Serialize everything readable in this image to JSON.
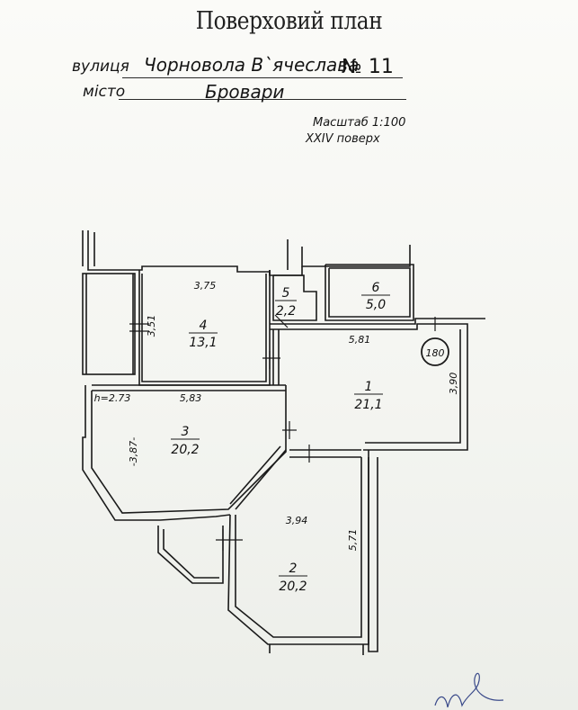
{
  "header": {
    "title": "Поверховий план",
    "street_label": "вулиця",
    "street_value": "Чорновола В`ячеслава",
    "house_number": "№ 11",
    "city_label": "місто",
    "city_value": "Бровари",
    "scale": "Масштаб  1:100",
    "floor": "XXIV  поверх"
  },
  "plan": {
    "ceiling_height": "h=2.73",
    "rooms": [
      {
        "number": "1",
        "area": "21,1"
      },
      {
        "number": "2",
        "area": "20,2"
      },
      {
        "number": "3",
        "area": "20,2"
      },
      {
        "number": "4",
        "area": "13,1"
      },
      {
        "number": "5",
        "area": "2,2"
      },
      {
        "number": "6",
        "area": "5,0"
      }
    ],
    "dimensions": {
      "d_375": "3,75",
      "d_351": "3,51",
      "d_583": "5,83",
      "d_387": "-3,87-",
      "d_581": "5,81",
      "d_390": "3,90",
      "d_394": "3,94",
      "d_571": "5,71"
    },
    "marker": "180"
  },
  "colors": {
    "ink": "#1a1a1a",
    "paper": "#f7f7f3",
    "background": "#d9dcd6"
  }
}
